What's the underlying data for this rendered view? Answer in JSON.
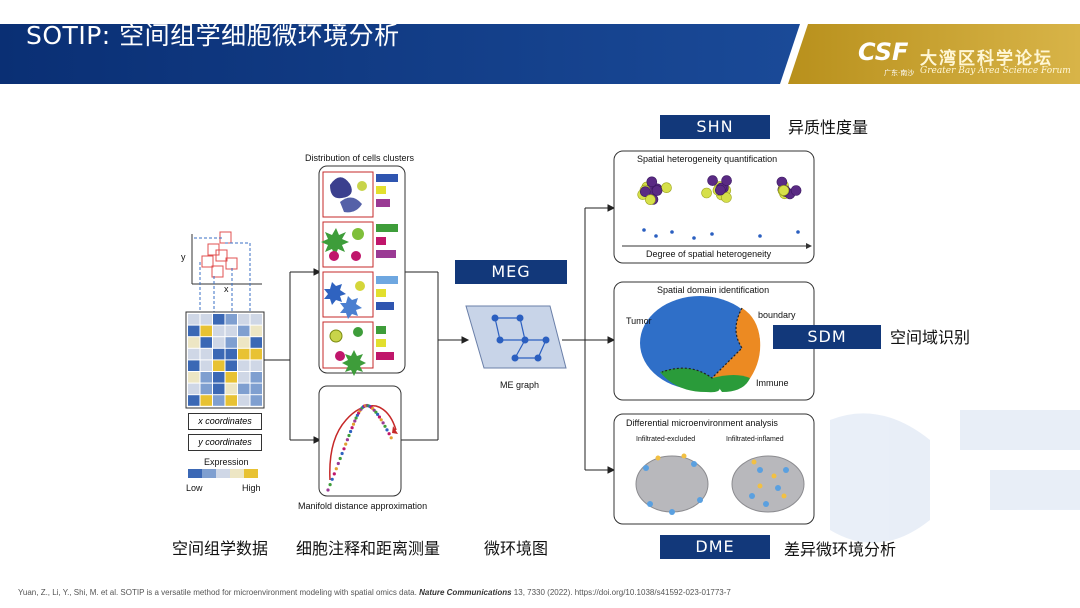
{
  "header": {
    "title": "SOTIP: 空间组学细胞微环境分析",
    "logo_mark": "CSF",
    "logo_mark_sub": "广东·南沙",
    "logo_name": "大湾区科学论坛",
    "logo_subtitle": "Greater Bay Area Science Forum"
  },
  "diagram": {
    "input": {
      "y_axis": "y",
      "x_axis": "x",
      "x_coordinates": "x coordinates",
      "y_coordinates": "y coordinates",
      "expression": "Expression",
      "low": "Low",
      "high": "High"
    },
    "clusters_title": "Distribution of cells clusters",
    "manifold_label": "Manifold distance approximation",
    "me_graph_label": "ME graph",
    "shn_panel_title": "Spatial heterogeneity quantification",
    "shn_axis_label": "Degree of spatial heterogeneity",
    "sdm_panel_title": "Spatial domain identification",
    "sdm_tumor": "Tumor",
    "sdm_boundary": "boundary",
    "sdm_immune": "Immune",
    "dme_panel_title": "Differential microenvironment analysis",
    "dme_left": "Infiltrated-excluded",
    "dme_right": "Infiltrated-inflamed"
  },
  "tags": {
    "meg": "MEG",
    "shn": "SHN",
    "sdm": "SDM",
    "dme": "DME"
  },
  "zh_labels": {
    "shn": "异质性度量",
    "sdm": "空间域识别",
    "dme": "差异微环境分析",
    "step1": "空间组学数据",
    "step2": "细胞注释和距离测量",
    "step3": "微环境图"
  },
  "citation": {
    "text": "Yuan, Z., Li, Y., Shi, M. et al. SOTIP is a versatile method for microenvironment modeling with spatial omics data.",
    "journal": "Nature Communications",
    "rest": "13, 7330 (2022). https://doi.org/10.1038/s41592-023-01773-7"
  },
  "colors": {
    "header_blue": "#0f3a82",
    "header_gold": "#c9a227",
    "tag_bg": "#12387a"
  }
}
